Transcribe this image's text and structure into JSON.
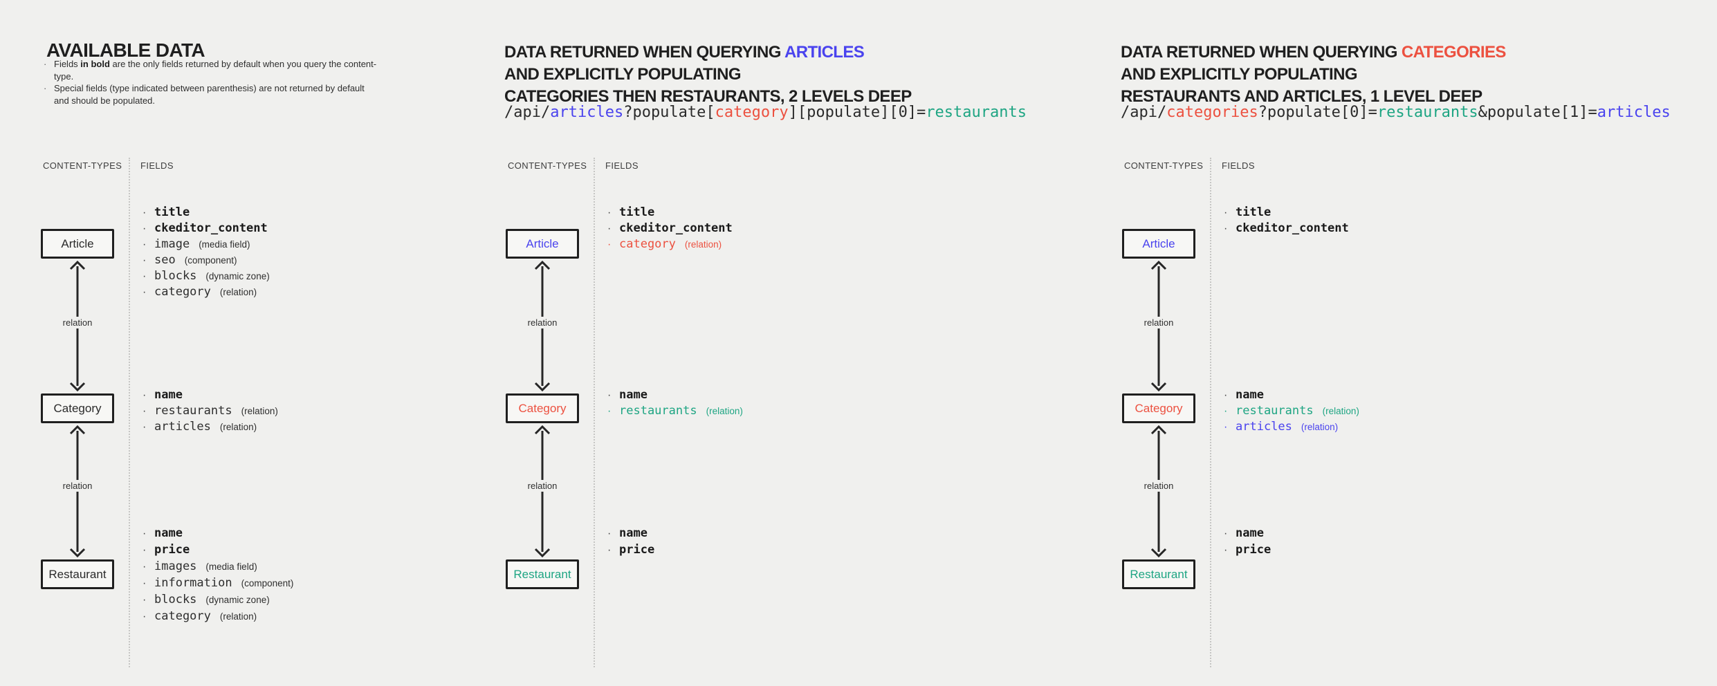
{
  "colors": {
    "background": "#f0f0ee",
    "text_dark": "#212121",
    "accent_blue": "#4a43ee",
    "accent_red": "#ec5140",
    "accent_teal": "#1ea583",
    "box_border": "#1f1f1f"
  },
  "panels": {
    "available": {
      "heading": "AVAILABLE DATA",
      "notes": {
        "n1_pre": "Fields ",
        "n1_bold": "in bold",
        "n1_post": " are the only fields returned by default when you query the content-type.",
        "n2": "Special fields (type indicated between parenthesis) are not returned by default and should be populated."
      },
      "columns": {
        "content_types": "CONTENT-TYPES",
        "fields": "FIELDS"
      },
      "boxes": {
        "article": "Article",
        "category": "Category",
        "restaurant": "Restaurant"
      },
      "relation_label": "relation",
      "fields": {
        "article": [
          {
            "name": "title",
            "annotation": ""
          },
          {
            "name": "ckeditor_content",
            "annotation": ""
          },
          {
            "name": "image",
            "annotation": "(media field)"
          },
          {
            "name": "seo",
            "annotation": "(component)"
          },
          {
            "name": "blocks",
            "annotation": "(dynamic zone)"
          },
          {
            "name": "category",
            "annotation": "(relation)"
          }
        ],
        "category": [
          {
            "name": "name",
            "annotation": ""
          },
          {
            "name": "restaurants",
            "annotation": "(relation)"
          },
          {
            "name": "articles",
            "annotation": "(relation)"
          }
        ],
        "restaurant": [
          {
            "name": "name",
            "annotation": ""
          },
          {
            "name": "price",
            "annotation": ""
          },
          {
            "name": "images",
            "annotation": "(media field)"
          },
          {
            "name": "information",
            "annotation": "(component)"
          },
          {
            "name": "blocks",
            "annotation": "(dynamic zone)"
          },
          {
            "name": "category",
            "annotation": "(relation)"
          }
        ]
      }
    },
    "query_articles": {
      "heading_prefix": "DATA RETURNED WHEN QUERYING ",
      "heading_highlight": "ARTICLES",
      "heading_line2": "AND EXPLICITLY POPULATING",
      "heading_line3": "CATEGORIES THEN RESTAURANTS, 2 LEVELS DEEP",
      "code": [
        "/api/",
        "articles",
        "?populate[",
        "category",
        "][populate][0]=",
        "restaurants"
      ],
      "columns": {
        "content_types": "CONTENT-TYPES",
        "fields": "FIELDS"
      },
      "boxes": {
        "article": "Article",
        "category": "Category",
        "restaurant": "Restaurant"
      },
      "relation_label": "relation",
      "fields": {
        "article": [
          {
            "name": "title",
            "annotation": ""
          },
          {
            "name": "ckeditor_content",
            "annotation": ""
          },
          {
            "name": "category",
            "annotation": "(relation)"
          }
        ],
        "category": [
          {
            "name": "name",
            "annotation": ""
          },
          {
            "name": "restaurants",
            "annotation": "(relation)"
          }
        ],
        "restaurant": [
          {
            "name": "name",
            "annotation": ""
          },
          {
            "name": "price",
            "annotation": ""
          }
        ]
      }
    },
    "query_categories": {
      "heading_prefix": "DATA RETURNED WHEN QUERYING ",
      "heading_highlight": "CATEGORIES",
      "heading_line2": "AND EXPLICITLY POPULATING",
      "heading_line3": "RESTAURANTS AND ARTICLES, 1 LEVEL DEEP",
      "code": [
        "/api/",
        "categories",
        "?populate[0]=",
        "restaurants",
        "&populate[1]=",
        "articles"
      ],
      "columns": {
        "content_types": "CONTENT-TYPES",
        "fields": "FIELDS"
      },
      "boxes": {
        "article": "Article",
        "category": "Category",
        "restaurant": "Restaurant"
      },
      "relation_label": "relation",
      "fields": {
        "article": [
          {
            "name": "title",
            "annotation": ""
          },
          {
            "name": "ckeditor_content",
            "annotation": ""
          }
        ],
        "category": [
          {
            "name": "name",
            "annotation": ""
          },
          {
            "name": "restaurants",
            "annotation": "(relation)"
          },
          {
            "name": "articles",
            "annotation": "(relation)"
          }
        ],
        "restaurant": [
          {
            "name": "name",
            "annotation": ""
          },
          {
            "name": "price",
            "annotation": ""
          }
        ]
      }
    }
  }
}
